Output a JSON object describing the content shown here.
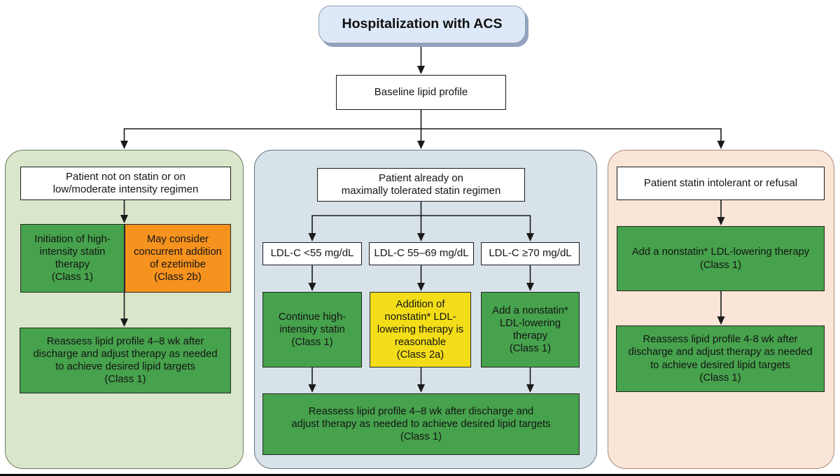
{
  "colors": {
    "green": "#46a24c",
    "orange": "#f6921e",
    "yellow": "#f3dd18",
    "panel-green": "#d9e6ca",
    "panel-blue": "#d8e2e9",
    "panel-peach": "#fbe5d7",
    "top-fill": "#dde9f8",
    "top-shadow": "#93a2bf",
    "arrow": "#1a1a1a"
  },
  "nodes": {
    "start": "Hospitalization with ACS",
    "baseline": "Baseline lipid profile"
  },
  "left_panel": {
    "header": "Patient not on statin or on\nlow/moderate intensity regimen",
    "initiation": "Initiation of high-\nintensity statin\ntherapy\n(Class 1)",
    "ezetimibe": "May consider\nconcurrent addition\nof ezetimibe\n(Class 2b)",
    "reassess": "Reassess lipid profile 4–8 wk after\ndischarge and adjust therapy as needed\nto achieve desired lipid targets\n(Class 1)"
  },
  "middle_panel": {
    "header": "Patient already on\nmaximally tolerated statin regimen",
    "ldl_lt55": "LDL-C <55 mg/dL",
    "ldl_55_69": "LDL-C 55–69 mg/dL",
    "ldl_ge70": "LDL-C ≥70 mg/dL",
    "continue_statin": "Continue high-\nintensity statin\n(Class 1)",
    "addition_reasonable": "Addition of\nnonstatin* LDL-\nlowering therapy is\nreasonable\n(Class 2a)",
    "add_nonstatin": "Add a nonstatin*\nLDL-lowering\ntherapy\n(Class 1)",
    "reassess": "Reassess lipid profile 4–8 wk after discharge and\nadjust therapy as needed to achieve desired lipid targets\n(Class 1)"
  },
  "right_panel": {
    "header": "Patient statin intolerant or refusal",
    "add_nonstatin": "Add a nonstatin* LDL-lowering therapy\n(Class 1)",
    "reassess": "Reassess lipid profile 4-8 wk after\ndischarge and adjust therapy as needed\nto achieve desired lipid targets\n(Class 1)"
  }
}
